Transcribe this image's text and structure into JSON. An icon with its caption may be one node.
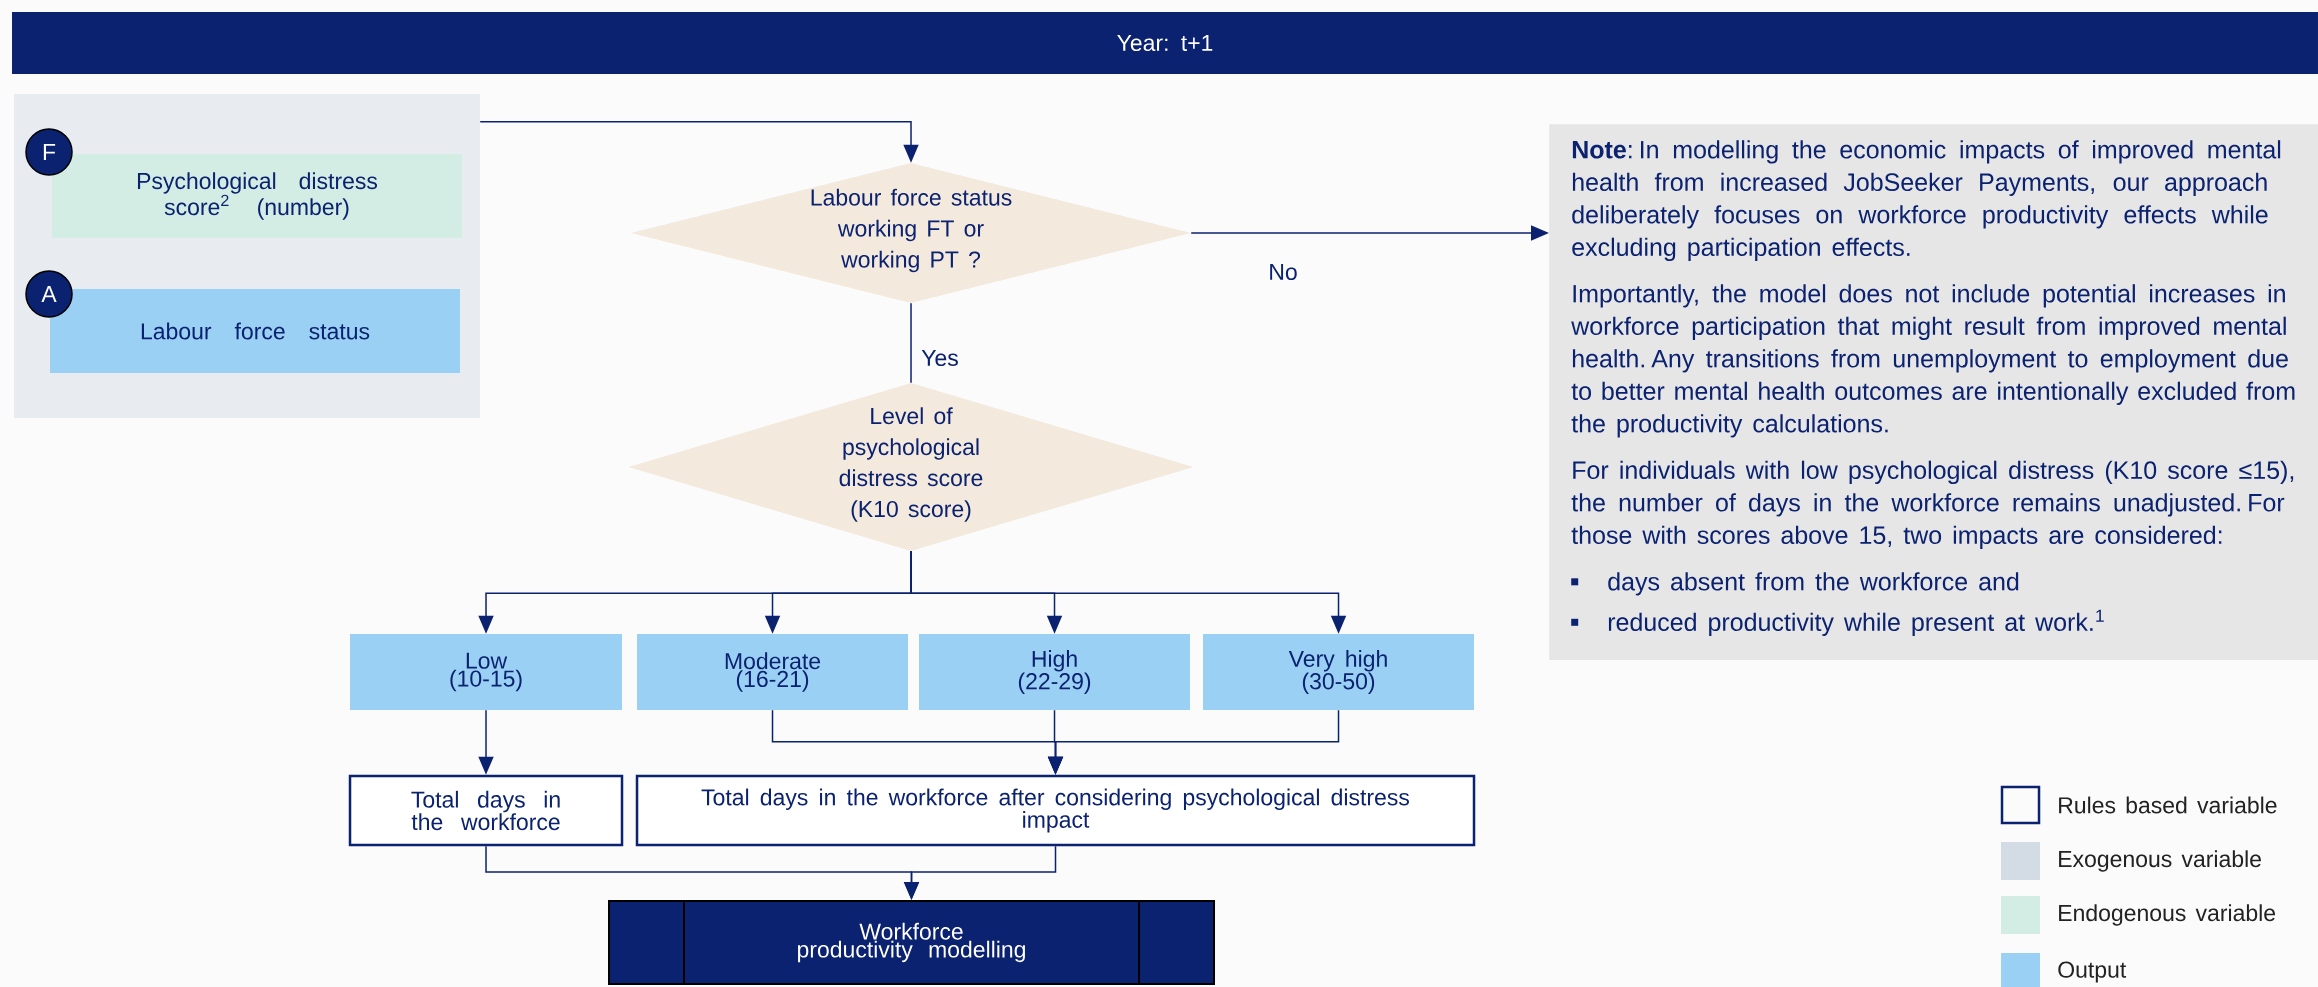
{
  "diagram": {
    "title": "Year: t+1",
    "nodes": [
      {
        "text": [],
        "shape": "box"
      },
      {
        "text": [
          "F"
        ],
        "in": 0
      },
      {
        "text": [
          "Psychological distress score$^{2}$ (number)"
        ],
        "in": 0
      },
      {
        "text": [
          "A"
        ],
        "in": 0
      },
      {
        "text": [
          "Labour force status"
        ],
        "in": 0
      },
      {
        "text": [
          "Labour force status working FT or working PT ?"
        ]
      },
      {
        "text": [
          "**Note**: In modelling the economic impacts of improved mental health from increased JobSeeker Payments, our approach deliberately focuses on workforce productivity effects while excluding participation effects.",
          "Importantly, the model does not include potential increases in workforce participation that might result from improved mental health. Any transitions from unemployment to employment due to better mental health outcomes are intentionally excluded from the productivity calculations.",
          "For individuals with low psychological distress (K10 score ≤15), the number of days in the workforce remains unadjusted. For those with scores above 15, two impacts are considered:",
          "days absent from the workforce and",
          "reduced productivity while present at work.$^{1}$"
        ]
      },
      {
        "text": [
          "Level of psychological distress score (K10 score)"
        ]
      },
      {
        "text": [
          "Low (10-15)"
        ]
      },
      {
        "text": [
          "Moderate (16-21)"
        ]
      },
      {
        "text": [
          "High (22-29)"
        ]
      },
      {
        "text": [
          "Very high (30-50)"
        ]
      },
      {
        "text": [
          "Total days in the workforce"
        ]
      },
      {
        "text": [
          "Total days in the workforce after considering psychological distress impact"
        ]
      },
      {
        "text": [
          "Workforce productivity modelling"
        ]
      }
    ],
    "edges": [
      {
        "from": 0,
        "to": 5,
        "arrow": "to"
      },
      {
        "from": 5,
        "to": 6,
        "arrow": "to",
        "label": "No"
      },
      {
        "from": 5,
        "to": 7,
        "arrow": "none",
        "label": "Yes"
      },
      {
        "from": 7,
        "to": 8,
        "arrow": "to"
      },
      {
        "from": 7,
        "to": 9,
        "arrow": "to"
      },
      {
        "from": 7,
        "to": 10,
        "arrow": "to"
      },
      {
        "from": 7,
        "to": 11,
        "arrow": "to"
      },
      {
        "from": 8,
        "to": 12,
        "arrow": "to"
      },
      {
        "from": 9,
        "to": 13,
        "arrow": "to"
      },
      {
        "from": 10,
        "to": 13,
        "arrow": "to"
      },
      {
        "from": 11,
        "to": 13,
        "arrow": "to"
      },
      {
        "from": 12,
        "to": 14,
        "arrow": "to"
      },
      {
        "from": 13,
        "to": 14,
        "arrow": "to"
      }
    ],
    "legend": [
      {
        "text": "Rules based variable"
      },
      {
        "text": "Exogenous variable",
        "color": "#d3dbe5"
      },
      {
        "text": "Endogenous variable",
        "color": "#d3ede4"
      },
      {
        "text": "Output",
        "color": "#9bd0f5"
      }
    ]
  }
}
